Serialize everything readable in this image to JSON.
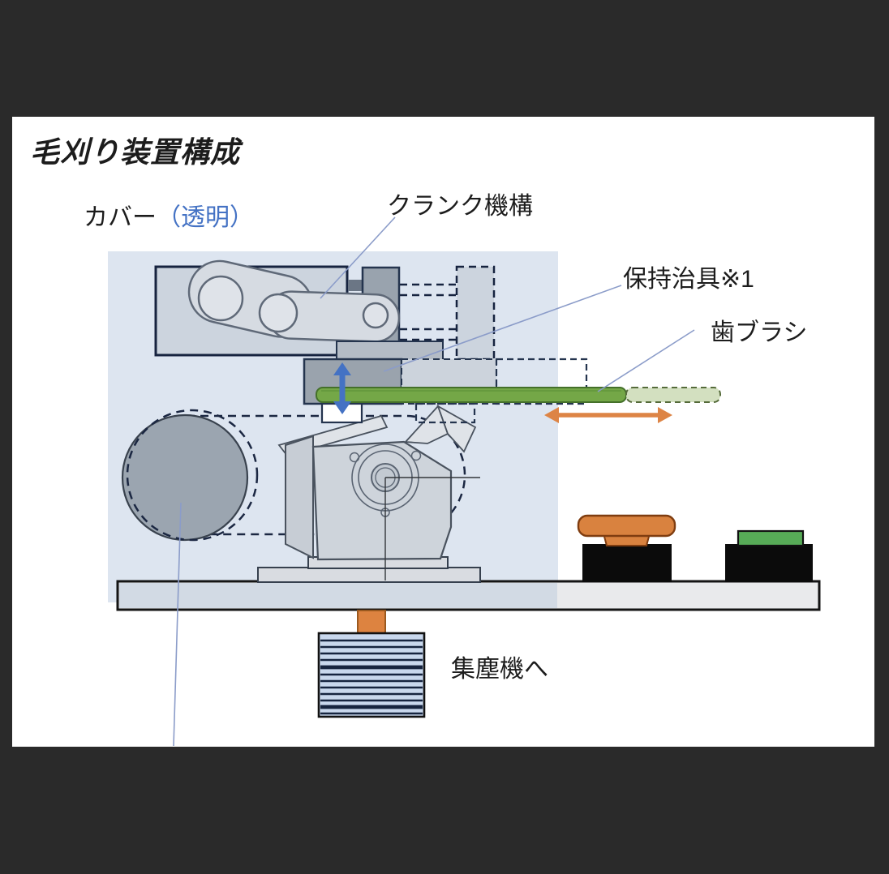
{
  "background": {
    "surround_color": "#2a2a2a",
    "slide_color": "#ffffff"
  },
  "slide": {
    "title": "毛刈り装置構成",
    "labels": {
      "cover": "カバー",
      "cover_note": "（透明）",
      "crank_mechanism": "クランク機構",
      "holding_jig": "保持治具※1",
      "toothbrush": "歯ブラシ",
      "to_dust_collector": "集塵機へ"
    },
    "colors": {
      "cover_fill": "#dde5f0",
      "note_text_blue": "#4472c4",
      "leader_line_blue": "#8b9cc9",
      "toothbrush_green": "#74a747",
      "toothbrush_ghost_green": "#d3e0c0",
      "motion_arrow_blue": "#4472c4",
      "motion_arrow_orange": "#dd8445",
      "button_cap_orange": "#d9823f",
      "button_cap_green": "#57ab57",
      "button_base_black": "#0b0b0b",
      "duct_fill": "#c9d8ed",
      "duct_stripe_navy": "#16243f",
      "metal_gray": "#9aa3ad",
      "housing_gray": "#ccd4de",
      "base_plate_gray": "#e9eaec"
    }
  }
}
